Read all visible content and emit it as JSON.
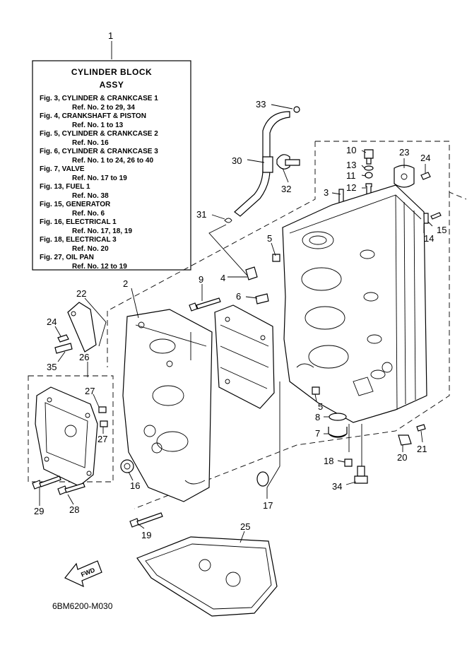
{
  "reference_box": {
    "callout": "1",
    "title": "CYLINDER BLOCK",
    "subtitle": "ASSY",
    "lines": [
      {
        "fig": "Fig. 3, CYLINDER & CRANKCASE 1",
        "ref": "Ref. No. 2 to 29, 34"
      },
      {
        "fig": "Fig. 4, CRANKSHAFT & PISTON",
        "ref": "Ref. No. 1 to 13"
      },
      {
        "fig": "Fig. 5, CYLINDER & CRANKCASE 2",
        "ref": "Ref. No. 16"
      },
      {
        "fig": "Fig. 6, CYLINDER & CRANKCASE 3",
        "ref": "Ref. No. 1 to 24, 26 to 40"
      },
      {
        "fig": "Fig. 7, VALVE",
        "ref": "Ref. No. 17 to 19"
      },
      {
        "fig": "Fig. 13, FUEL 1",
        "ref": "Ref. No. 38"
      },
      {
        "fig": "Fig. 15, GENERATOR",
        "ref": "Ref. No. 6"
      },
      {
        "fig": "Fig. 16, ELECTRICAL 1",
        "ref": "Ref. No. 17, 18, 19"
      },
      {
        "fig": "Fig. 18, ELECTRICAL 3",
        "ref": "Ref. No. 20"
      },
      {
        "fig": "Fig. 27, OIL PAN",
        "ref": "Ref. No. 12 to 19"
      }
    ]
  },
  "callouts": {
    "c2": "2",
    "c3": "3",
    "c4": "4",
    "c5a": "5",
    "c5b": "5",
    "c6": "6",
    "c7": "7",
    "c8": "8",
    "c9": "9",
    "c10": "10",
    "c11": "11",
    "c12": "12",
    "c13": "13",
    "c14": "14",
    "c15": "15",
    "c16": "16",
    "c17": "17",
    "c18": "18",
    "c19": "19",
    "c20": "20",
    "c21": "21",
    "c22": "22",
    "c23": "23",
    "c24a": "24",
    "c24b": "24",
    "c25": "25",
    "c26": "26",
    "c27a": "27",
    "c27b": "27",
    "c28": "28",
    "c29": "29",
    "c30": "30",
    "c31": "31",
    "c32": "32",
    "c33": "33",
    "c34": "34",
    "c35": "35"
  },
  "fwd_label": "FWD",
  "diagram_code": "6BM6200-M030"
}
